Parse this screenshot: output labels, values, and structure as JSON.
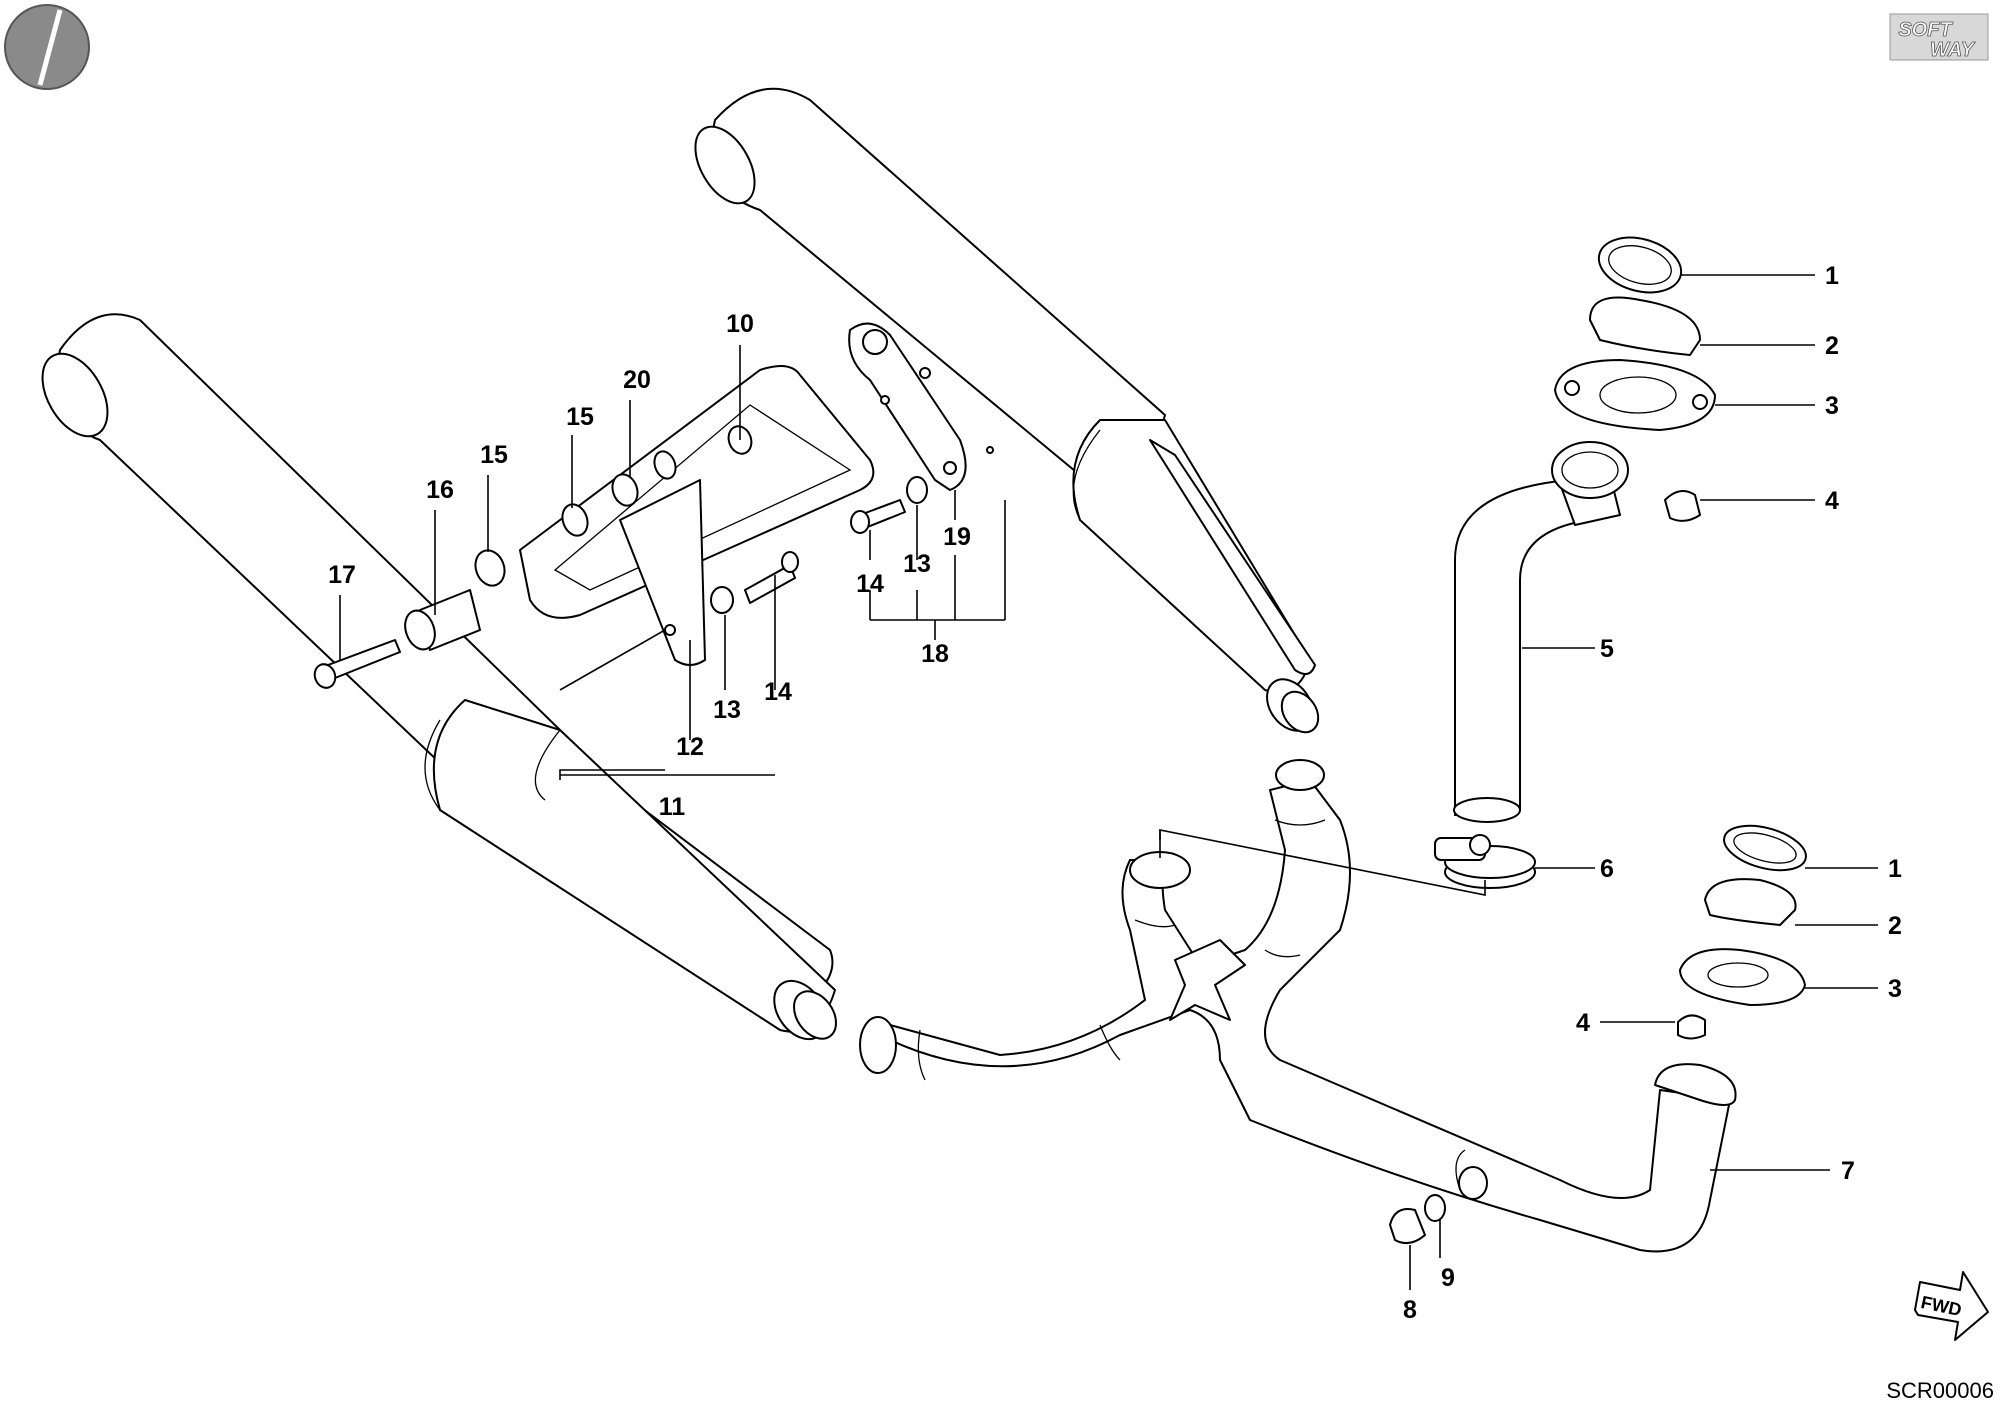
{
  "brand": {
    "line1": "SOFT",
    "line2": "WAY"
  },
  "drawing_code": "SCR00006",
  "direction_label": "FWD",
  "callouts": [
    "1",
    "2",
    "3",
    "4",
    "5",
    "6",
    "1",
    "2",
    "3",
    "4",
    "7",
    "8",
    "9",
    "10",
    "11",
    "12",
    "13",
    "14",
    "15",
    "16",
    "17",
    "15",
    "20",
    "13",
    "14",
    "19",
    "18"
  ]
}
